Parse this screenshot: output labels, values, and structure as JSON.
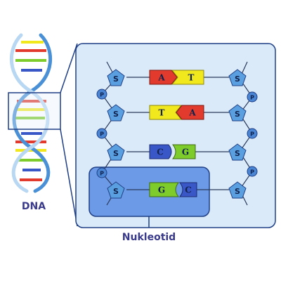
{
  "labels": {
    "dna": "DNA",
    "nucleotide": "Nukleotid"
  },
  "sugar_label": "S",
  "phosphate_label": "P",
  "colors": {
    "panel_bg": "#dbeaf8",
    "panel_border": "#1f3f86",
    "backbone": "#2a3a5c",
    "sugar_fill": "#5aa0e0",
    "phosphate_fill": "#4a86d4",
    "nucleotide_box_fill": "#6d9ae6",
    "nucleotide_box_border": "#1f3f86",
    "base_A": "#e23a2c",
    "base_T": "#f2e81e",
    "base_C": "#3a57c8",
    "base_G": "#7ecb2c",
    "text_dark": "#11224d",
    "label_text": "#3a3a8c"
  },
  "base_pairs": [
    {
      "left": "A",
      "right": "T"
    },
    {
      "left": "T",
      "right": "A"
    },
    {
      "left": "C",
      "right": "G"
    },
    {
      "left": "G",
      "right": "C"
    }
  ]
}
